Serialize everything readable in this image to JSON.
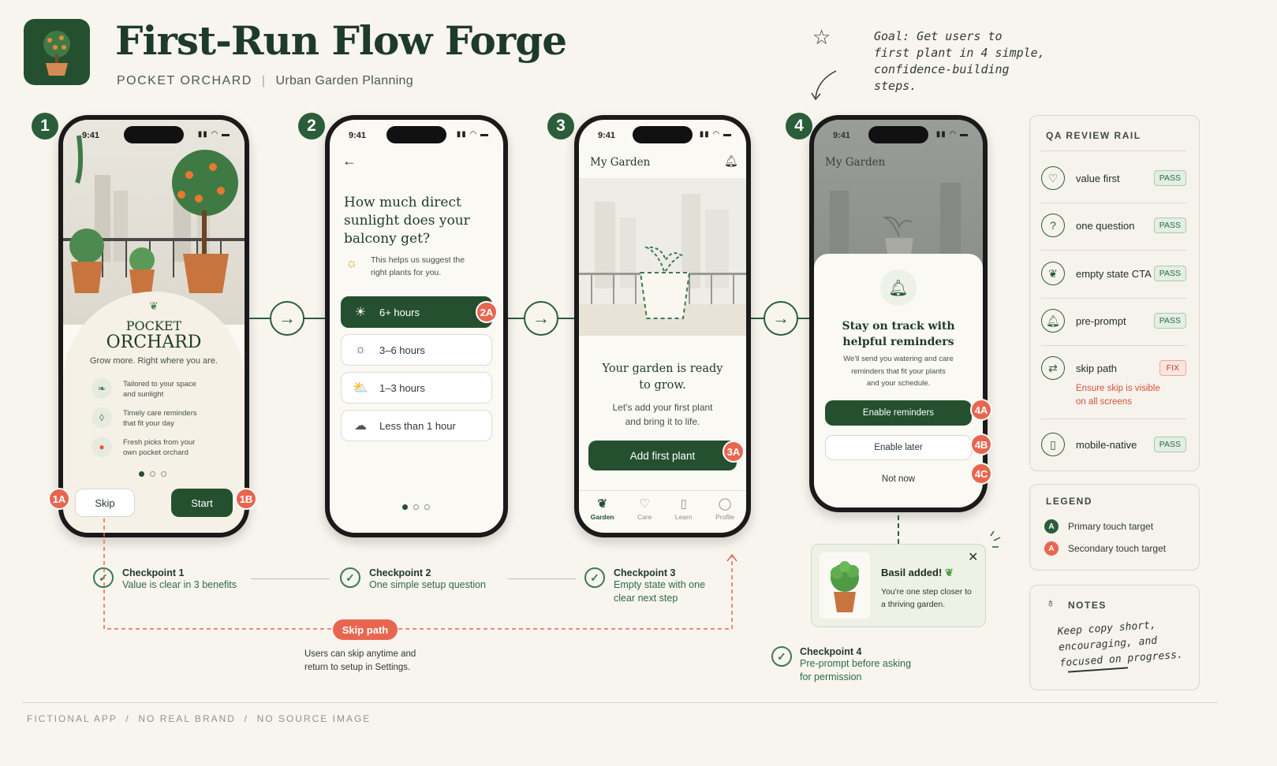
{
  "header": {
    "title": "First-Run Flow Forge",
    "brand": "POCKET ORCHARD",
    "separator": "|",
    "tagline": "Urban Garden Planning",
    "goal_line1": "Goal: Get users to",
    "goal_line2": "first plant in 4 simple,",
    "goal_line3": "confidence-building steps."
  },
  "status": {
    "time": "9:41"
  },
  "steps": {
    "s1": "1",
    "s2": "2",
    "s3": "3",
    "s4": "4"
  },
  "screen1": {
    "brand_line1": "POCKET",
    "brand_line2": "ORCHARD",
    "tagline": "Grow more. Right where you are.",
    "benefits": [
      {
        "l1": "Tailored to your space",
        "l2": "and sunlight"
      },
      {
        "l1": "Timely care reminders",
        "l2": "that fit your day"
      },
      {
        "l1": "Fresh picks from your",
        "l2": "own pocket orchard"
      }
    ],
    "skip_label": "Skip",
    "start_label": "Start",
    "marker_skip": "1A",
    "marker_start": "1B"
  },
  "screen2": {
    "question_l1": "How much direct",
    "question_l2": "sunlight does your",
    "question_l3": "balcony get?",
    "hint_l1": "This helps us suggest the",
    "hint_l2": "right plants for you.",
    "options": [
      "6+ hours",
      "3–6 hours",
      "1–3 hours",
      "Less than 1 hour"
    ],
    "marker": "2A"
  },
  "screen3": {
    "header": "My Garden",
    "headline_l1": "Your garden is ready",
    "headline_l2": "to grow.",
    "body_l1": "Let's add your first plant",
    "body_l2": "and bring it to life.",
    "cta": "Add first plant",
    "marker": "3A",
    "nav": [
      "Garden",
      "Care",
      "Learn",
      "Profile"
    ]
  },
  "screen4": {
    "header": "My Garden",
    "headline_l1": "Stay on track with",
    "headline_l2": "helpful reminders",
    "body_l1": "We'll send you watering and care",
    "body_l2": "reminders that fit your plants",
    "body_l3": "and your schedule.",
    "enable": "Enable reminders",
    "later": "Enable later",
    "not_now": "Not now",
    "marker_a": "4A",
    "marker_b": "4B",
    "marker_c": "4C"
  },
  "toast": {
    "title": "Basil added!",
    "body_l1": "You're one step closer to",
    "body_l2": "a thriving garden."
  },
  "checkpoints": [
    {
      "title": "Checkpoint 1",
      "l1": "Value is clear in 3 benefits",
      "l2": ""
    },
    {
      "title": "Checkpoint 2",
      "l1": "One simple setup question",
      "l2": ""
    },
    {
      "title": "Checkpoint 3",
      "l1": "Empty state with one",
      "l2": "clear next step"
    },
    {
      "title": "Checkpoint 4",
      "l1": "Pre-prompt before asking",
      "l2": "for permission"
    }
  ],
  "skip_path": {
    "label": "Skip path",
    "note_l1": "Users can skip anytime and",
    "note_l2": "return to setup in Settings."
  },
  "qa_rail": {
    "heading": "QA REVIEW RAIL",
    "items": [
      {
        "label": "value first",
        "status": "PASS"
      },
      {
        "label": "one question",
        "status": "PASS"
      },
      {
        "label": "empty state CTA",
        "status": "PASS"
      },
      {
        "label": "pre-prompt",
        "status": "PASS"
      },
      {
        "label": "skip path",
        "status": "FIX",
        "note_l1": "Ensure skip is visible",
        "note_l2": "on all screens"
      },
      {
        "label": "mobile-native",
        "status": "PASS"
      }
    ]
  },
  "legend": {
    "heading": "LEGEND",
    "primary_marker": "A",
    "primary": "Primary touch target",
    "secondary_marker": "A",
    "secondary": "Secondary touch target"
  },
  "notes": {
    "heading": "NOTES",
    "l1": "Keep copy short,",
    "l2": "encouraging, and",
    "l3": "focused on progress."
  },
  "footer": "FICTIONAL APP  /  NO REAL BRAND  /  NO SOURCE IMAGE",
  "colors": {
    "brand_green": "#24502f",
    "accent_coral": "#e8664f",
    "background": "#f8f5ee"
  }
}
